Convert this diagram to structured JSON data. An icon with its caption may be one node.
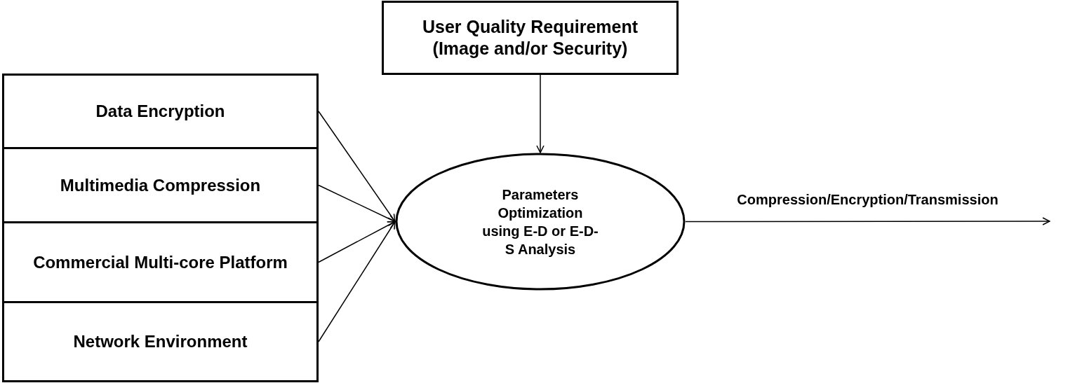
{
  "diagram": {
    "nodes": [
      {
        "text": [
          "User Quality Requirement (Image and/or Security)"
        ]
      },
      {
        "text": [
          "Data Encryption"
        ]
      },
      {
        "text": [
          "Multimedia Compression"
        ]
      },
      {
        "text": [
          "Commercial Multi-core Platform"
        ]
      },
      {
        "text": [
          "Network Environment"
        ]
      },
      {
        "text": [
          "Parameters Optimization using E-D or E-D-S  Analysis"
        ]
      }
    ],
    "edges": [
      {
        "from": 0,
        "to": 5,
        "arrow": "to"
      },
      {
        "from": 1,
        "to": 5,
        "arrow": "to"
      },
      {
        "from": 2,
        "to": 5,
        "arrow": "to"
      },
      {
        "from": 3,
        "to": 5,
        "arrow": "to"
      },
      {
        "from": 4,
        "to": 5,
        "arrow": "to"
      },
      {
        "from": 5,
        "to": null,
        "arrow": "to",
        "label": "Compression/Encryption/Transmission"
      }
    ]
  }
}
